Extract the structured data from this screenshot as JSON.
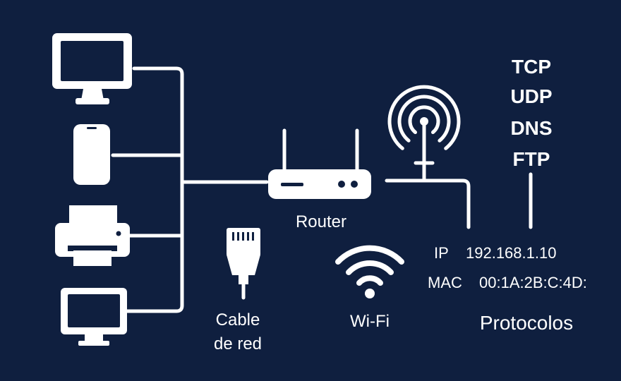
{
  "colors": {
    "background": "#0f1f3f",
    "foreground": "#ffffff"
  },
  "devices": [
    {
      "name": "desktop-monitor",
      "icon": "monitor-icon"
    },
    {
      "name": "smartphone",
      "icon": "smartphone-icon"
    },
    {
      "name": "printer",
      "icon": "printer-icon"
    },
    {
      "name": "small-monitor",
      "icon": "monitor-icon"
    }
  ],
  "labels": {
    "router": "Router",
    "cable_line1": "Cable",
    "cable_line2": "de red",
    "wifi": "Wi-Fi",
    "protocols_title": "Protocolos"
  },
  "protocols": [
    "TCP",
    "UDP",
    "DNS",
    "FTP"
  ],
  "addressing": {
    "ip_label": "IP",
    "ip_value": "192.168.1.10",
    "mac_label": "MAC",
    "mac_value": "00:1A:2B:C:4D:"
  },
  "icons": {
    "router": "router-icon",
    "antenna": "antenna-icon",
    "ethernet": "ethernet-plug-icon",
    "wifi": "wifi-icon"
  }
}
